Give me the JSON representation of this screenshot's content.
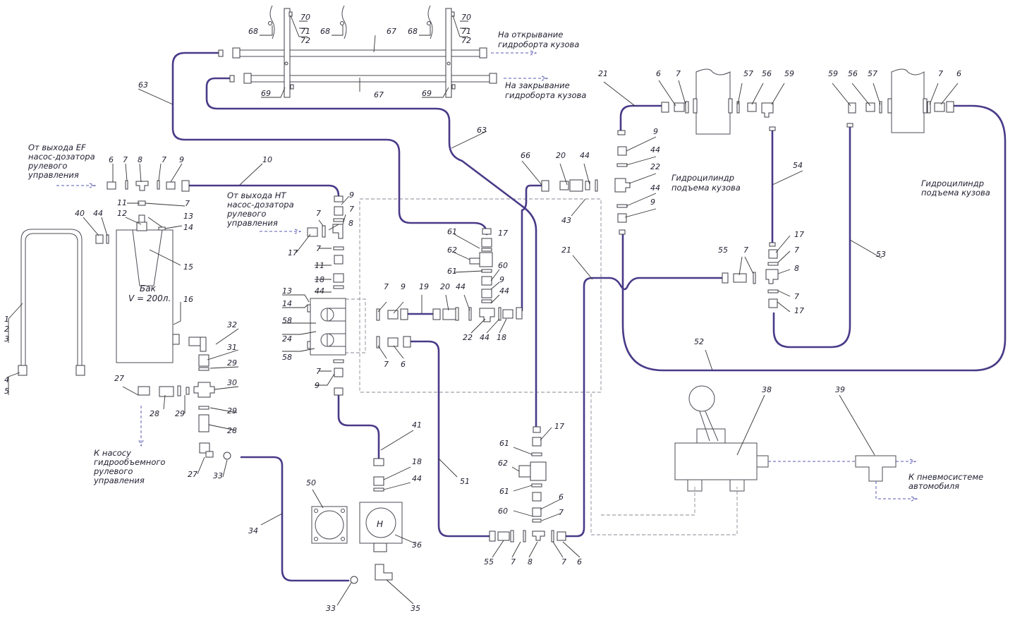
{
  "captions": {
    "open_1": "На открывание",
    "open_2": "гидроборта кузова",
    "close_1": "На закрывание",
    "close_2": "гидроборта кузова",
    "ef_1": "От выхода EF",
    "ef_2": "насос-дозатора",
    "ef_3": "рулевого",
    "ef_4": "управления",
    "ht_1": "От выхода НТ",
    "ht_2": "насос-дозатора",
    "ht_3": "рулевого",
    "ht_4": "управления",
    "cyl_left_1": "Гидроцилиндр",
    "cyl_left_2": "подъема кузова",
    "cyl_right_1": "Гидроцилиндр",
    "cyl_right_2": "подъема кузова",
    "pump_1": "К насосу",
    "pump_2": "гидрообъемного",
    "pump_3": "рулевого",
    "pump_4": "управления",
    "pneu_1": "К пневмосистеме",
    "pneu_2": "автомобиля",
    "tank_1": "Бак",
    "tank_2": "V = 200л.",
    "pump_letter": "H"
  },
  "labels": [
    {
      "id": "p70a",
      "text": "70"
    },
    {
      "id": "p71a",
      "text": "71"
    },
    {
      "id": "p72a",
      "text": "72"
    },
    {
      "id": "p68a",
      "text": "68"
    },
    {
      "id": "p68b",
      "text": "68"
    },
    {
      "id": "p68c",
      "text": "68"
    },
    {
      "id": "p70b",
      "text": "70"
    },
    {
      "id": "p71b",
      "text": "71"
    },
    {
      "id": "p72b",
      "text": "72"
    },
    {
      "id": "p67a",
      "text": "67"
    },
    {
      "id": "p67b",
      "text": "67"
    },
    {
      "id": "p69a",
      "text": "69"
    },
    {
      "id": "p69b",
      "text": "69"
    },
    {
      "id": "p63a",
      "text": "63"
    },
    {
      "id": "p63b",
      "text": "63"
    },
    {
      "id": "p6a",
      "text": "6"
    },
    {
      "id": "p7a",
      "text": "7"
    },
    {
      "id": "p8a",
      "text": "8"
    },
    {
      "id": "p7b",
      "text": "7"
    },
    {
      "id": "p9a",
      "text": "9"
    },
    {
      "id": "p10",
      "text": "10"
    },
    {
      "id": "p40",
      "text": "40"
    },
    {
      "id": "p44a",
      "text": "44"
    },
    {
      "id": "p12",
      "text": "12"
    },
    {
      "id": "p13a",
      "text": "13"
    },
    {
      "id": "p11a",
      "text": "11"
    },
    {
      "id": "p7c",
      "text": "7"
    },
    {
      "id": "p14a",
      "text": "14"
    },
    {
      "id": "p15",
      "text": "15"
    },
    {
      "id": "p16",
      "text": "16"
    },
    {
      "id": "p1",
      "text": "1"
    },
    {
      "id": "p2",
      "text": "2"
    },
    {
      "id": "p3",
      "text": "3"
    },
    {
      "id": "p4",
      "text": "4"
    },
    {
      "id": "p5",
      "text": "5"
    },
    {
      "id": "p9b",
      "text": "9"
    },
    {
      "id": "p7d",
      "text": "7"
    },
    {
      "id": "p7e",
      "text": "7"
    },
    {
      "id": "p8b",
      "text": "8"
    },
    {
      "id": "p17a",
      "text": "17"
    },
    {
      "id": "p7f",
      "text": "7"
    },
    {
      "id": "p11b",
      "text": "11"
    },
    {
      "id": "p18a",
      "text": "18"
    },
    {
      "id": "p44b",
      "text": "44"
    },
    {
      "id": "p13b",
      "text": "13"
    },
    {
      "id": "p14b",
      "text": "14"
    },
    {
      "id": "p58a",
      "text": "58"
    },
    {
      "id": "p24",
      "text": "24"
    },
    {
      "id": "p58b",
      "text": "58"
    },
    {
      "id": "p7g",
      "text": "7"
    },
    {
      "id": "p9c",
      "text": "9"
    },
    {
      "id": "p32",
      "text": "32"
    },
    {
      "id": "p31",
      "text": "31"
    },
    {
      "id": "p29a",
      "text": "29"
    },
    {
      "id": "p30",
      "text": "30"
    },
    {
      "id": "p29b",
      "text": "29"
    },
    {
      "id": "p28a",
      "text": "28"
    },
    {
      "id": "p27a",
      "text": "27"
    },
    {
      "id": "p28b",
      "text": "28"
    },
    {
      "id": "p29c",
      "text": "29"
    },
    {
      "id": "p27b",
      "text": "27"
    },
    {
      "id": "p33a",
      "text": "33"
    },
    {
      "id": "p61a",
      "text": "61"
    },
    {
      "id": "p17b",
      "text": "17"
    },
    {
      "id": "p62a",
      "text": "62"
    },
    {
      "id": "p61b",
      "text": "61"
    },
    {
      "id": "p60a",
      "text": "60"
    },
    {
      "id": "p9d",
      "text": "9"
    },
    {
      "id": "p44c",
      "text": "44"
    },
    {
      "id": "p7h",
      "text": "7"
    },
    {
      "id": "p9e",
      "text": "9"
    },
    {
      "id": "p19",
      "text": "19"
    },
    {
      "id": "p20a",
      "text": "20"
    },
    {
      "id": "p44d",
      "text": "44"
    },
    {
      "id": "p22a",
      "text": "22"
    },
    {
      "id": "p44e",
      "text": "44"
    },
    {
      "id": "p18b",
      "text": "18"
    },
    {
      "id": "p7i",
      "text": "7"
    },
    {
      "id": "p6b",
      "text": "6"
    },
    {
      "id": "p66",
      "text": "66"
    },
    {
      "id": "p20b",
      "text": "20"
    },
    {
      "id": "p44f",
      "text": "44"
    },
    {
      "id": "p43",
      "text": "43"
    },
    {
      "id": "p21a",
      "text": "21"
    },
    {
      "id": "p6c",
      "text": "6"
    },
    {
      "id": "p7j",
      "text": "7"
    },
    {
      "id": "p9f",
      "text": "9"
    },
    {
      "id": "p44g",
      "text": "44"
    },
    {
      "id": "p22b",
      "text": "22"
    },
    {
      "id": "p44h",
      "text": "44"
    },
    {
      "id": "p9g",
      "text": "9"
    },
    {
      "id": "p57a",
      "text": "57"
    },
    {
      "id": "p56a",
      "text": "56"
    },
    {
      "id": "p59a",
      "text": "59"
    },
    {
      "id": "p59b",
      "text": "59"
    },
    {
      "id": "p56b",
      "text": "56"
    },
    {
      "id": "p57b",
      "text": "57"
    },
    {
      "id": "p7k",
      "text": "7"
    },
    {
      "id": "p6d",
      "text": "6"
    },
    {
      "id": "p54",
      "text": "54"
    },
    {
      "id": "p53",
      "text": "53"
    },
    {
      "id": "p17c",
      "text": "17"
    },
    {
      "id": "p7l",
      "text": "7"
    },
    {
      "id": "p8c",
      "text": "8"
    },
    {
      "id": "p7m",
      "text": "7"
    },
    {
      "id": "p17d",
      "text": "17"
    },
    {
      "id": "p55a",
      "text": "55"
    },
    {
      "id": "p7n",
      "text": "7"
    },
    {
      "id": "p21b",
      "text": "21"
    },
    {
      "id": "p52",
      "text": "52"
    },
    {
      "id": "p38",
      "text": "38"
    },
    {
      "id": "p39",
      "text": "39"
    },
    {
      "id": "p41",
      "text": "41"
    },
    {
      "id": "p18c",
      "text": "18"
    },
    {
      "id": "p44i",
      "text": "44"
    },
    {
      "id": "p51",
      "text": "51"
    },
    {
      "id": "p50",
      "text": "50"
    },
    {
      "id": "p36",
      "text": "36"
    },
    {
      "id": "p34",
      "text": "34"
    },
    {
      "id": "p33b",
      "text": "33"
    },
    {
      "id": "p35",
      "text": "35"
    },
    {
      "id": "p17e",
      "text": "17"
    },
    {
      "id": "p61c",
      "text": "61"
    },
    {
      "id": "p62b",
      "text": "62"
    },
    {
      "id": "p61d",
      "text": "61"
    },
    {
      "id": "p6e",
      "text": "6"
    },
    {
      "id": "p60b",
      "text": "60"
    },
    {
      "id": "p7o",
      "text": "7"
    },
    {
      "id": "p55b",
      "text": "55"
    },
    {
      "id": "p7p",
      "text": "7"
    },
    {
      "id": "p8d",
      "text": "8"
    },
    {
      "id": "p7q",
      "text": "7"
    },
    {
      "id": "p6f",
      "text": "6"
    }
  ]
}
